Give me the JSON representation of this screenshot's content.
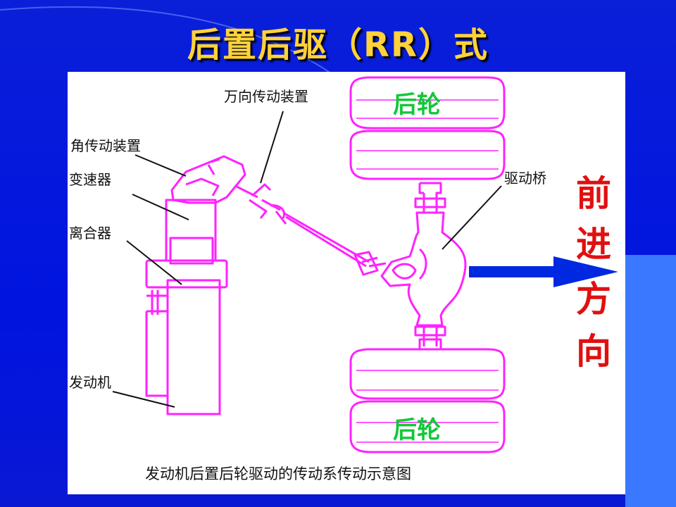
{
  "slide": {
    "title": "后置后驱（RR）式"
  },
  "diagram": {
    "labels": {
      "universal_joint": "万向传动装置",
      "angle_drive": "角传动装置",
      "gearbox": "变速器",
      "clutch": "离合器",
      "engine": "发动机",
      "drive_axle": "驱动桥"
    },
    "wheels": {
      "top": "后轮",
      "bottom": "后轮"
    },
    "direction": [
      "前",
      "进",
      "方",
      "向"
    ],
    "caption": "发动机后置后轮驱动的传动系传动示意图",
    "colors": {
      "parts": "#ff22ff",
      "wheel_text": "#11c838",
      "direction_text": "#e01010",
      "arrow": "#0028e0"
    }
  }
}
